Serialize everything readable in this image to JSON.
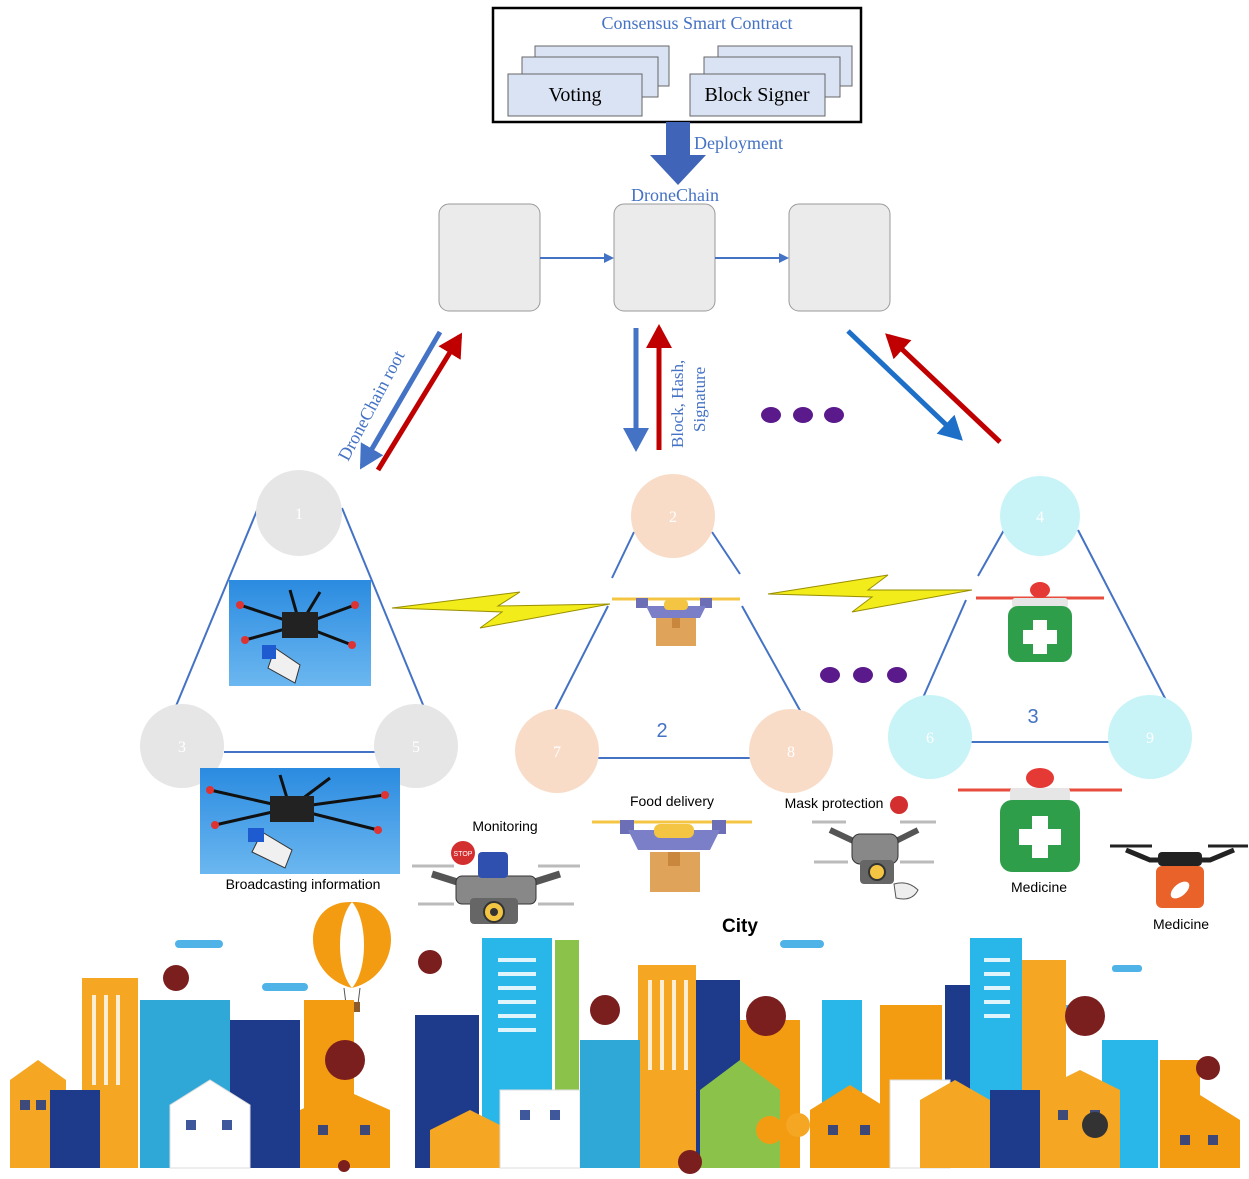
{
  "contract": {
    "title": "Consensus Smart Contract",
    "voting": "Voting",
    "block_signer": "Block Signer"
  },
  "labels": {
    "deployment": "Deployment",
    "dronechain": "DroneChain",
    "dronechain_root": "DroneChain root",
    "block_hash_line1": "Block, Hash,",
    "block_hash_line2": "Signature"
  },
  "clusters": [
    {
      "nodes": [
        "1",
        "3",
        "5"
      ],
      "number": ""
    },
    {
      "nodes": [
        "2",
        "7",
        "8"
      ],
      "number": "2"
    },
    {
      "nodes": [
        "4",
        "6",
        "9"
      ],
      "number": "3"
    }
  ],
  "captions": {
    "broadcasting": "Broadcasting information",
    "monitoring": "Monitoring",
    "food_delivery": "Food delivery",
    "mask_protection": "Mask protection",
    "medicine_1": "Medicine",
    "medicine_2": "Medicine",
    "city": "City",
    "stop_sign": "STOP"
  },
  "colors": {
    "blue_arrow": "#4472C4",
    "red_arrow": "#C00000",
    "label_blue": "#4472C4",
    "node_grey": "#E6E6E6",
    "node_peach": "#F8DCC8",
    "node_cyan": "#C8F4F8",
    "dots_purple": "#5B1A8C"
  }
}
